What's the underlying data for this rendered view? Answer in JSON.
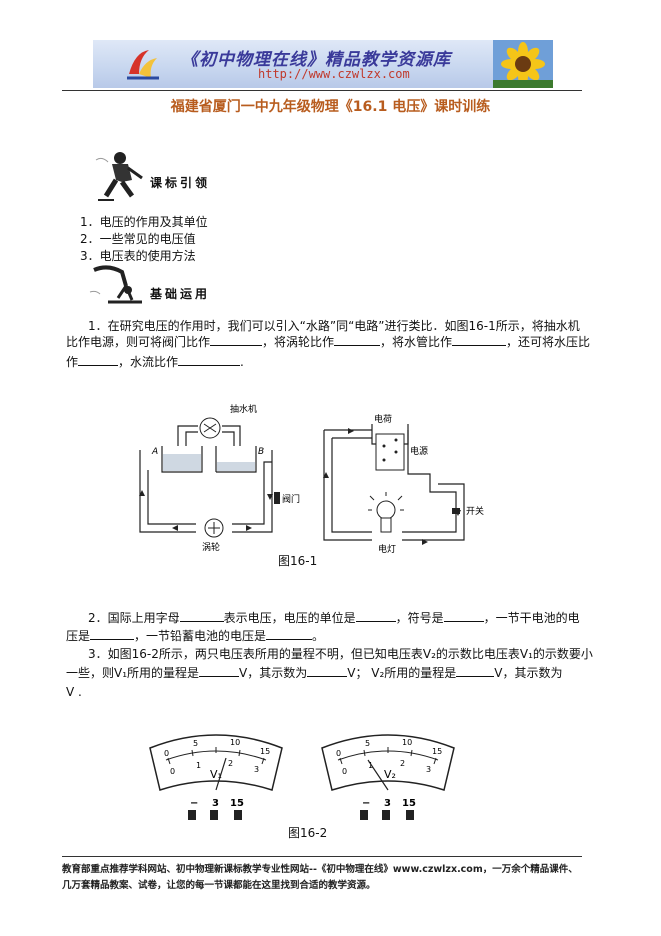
{
  "header": {
    "banner_title": "《初中物理在线》精品教学资源库",
    "banner_url": "http://www.czwlzx.com"
  },
  "doc_title": "福建省厦门一中九年级物理《16.1 电压》课时训练",
  "section1": {
    "label": "课标引领",
    "items": [
      "1．电压的作用及其单位",
      "2．一些常见的电压值",
      "3．电压表的使用方法"
    ]
  },
  "section2": {
    "label": "基础运用"
  },
  "q1": {
    "line1": "1．在研究电压的作用时，我们可以引入“水路”同“电路”进行类比．如图16-1所示，将抽水机",
    "line2a": "比作电源，则可将阀门比作",
    "line2b": "，将涡轮比作",
    "line2c": "，将水管比作",
    "line2d": "，还可将水压比",
    "line3a": "作",
    "line3b": "，水流比作",
    "line3c": "."
  },
  "fig1": {
    "water": {
      "pump": "抽水机",
      "a": "A",
      "b": "B",
      "valve": "阀门",
      "turbine": "涡轮"
    },
    "circuit": {
      "charge": "电荷",
      "source": "电源",
      "switch": "开关",
      "lamp": "电灯"
    },
    "caption": "图16-1"
  },
  "q2": {
    "line1a": "2．国际上用字母",
    "line1b": "表示电压，电压的单位是",
    "line1c": "，符号是",
    "line1d": "，一节干电池的电",
    "line2a": "压是",
    "line2b": "，一节铅蓄电池的电压是",
    "line2c": "。"
  },
  "q3": {
    "line1": "3．如图16-2所示，两只电压表所用的量程不明，但已知电压表V₂的示数比电压表V₁的示数要小",
    "line2a": "一些，则V₁所用的量程是",
    "line2b": "V，其示数为",
    "line2c": "V；  V₂所用的量程是",
    "line2d": "V，其示数为",
    "line3": "V ."
  },
  "fig2": {
    "meter1": {
      "label": "V₁",
      "upper_ticks": [
        "0",
        "5",
        "10",
        "15"
      ],
      "lower_ticks": [
        "0",
        "1",
        "2",
        "3"
      ],
      "terminals": [
        "−",
        "3",
        "15"
      ]
    },
    "meter2": {
      "label": "V₂",
      "upper_ticks": [
        "0",
        "5",
        "10",
        "15"
      ],
      "lower_ticks": [
        "0",
        "1",
        "2",
        "3"
      ],
      "terminals": [
        "−",
        "3",
        "15"
      ]
    },
    "caption": "图16-2"
  },
  "footer": {
    "line1": "教育部重点推荐学科网站、初中物理新课标教学专业性网站--《初中物理在线》www.czwlzx.com，一万余个精品课件、",
    "line2": "几万套精品教案、试卷，让您的每一节课都能在这里找到合适的教学资源。"
  }
}
